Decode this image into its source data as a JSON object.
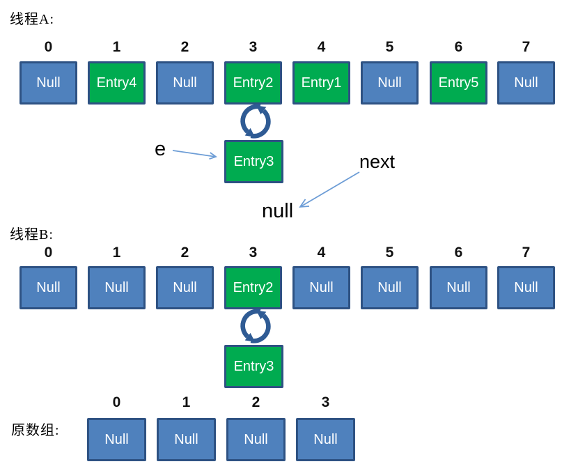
{
  "sections": {
    "thread_a": {
      "title": "线程A:",
      "indices": [
        "0",
        "1",
        "2",
        "3",
        "4",
        "5",
        "6",
        "7"
      ],
      "cells": [
        {
          "label": "Null",
          "type": "null"
        },
        {
          "label": "Entry4",
          "type": "entry"
        },
        {
          "label": "Null",
          "type": "null"
        },
        {
          "label": "Entry2",
          "type": "entry"
        },
        {
          "label": "Entry1",
          "type": "entry"
        },
        {
          "label": "Null",
          "type": "null"
        },
        {
          "label": "Entry5",
          "type": "entry"
        },
        {
          "label": "Null",
          "type": "null"
        }
      ],
      "linked_cell": {
        "label": "Entry3",
        "type": "entry"
      },
      "annotations": {
        "e_label": "e",
        "next_label": "next",
        "null_label": "null"
      }
    },
    "thread_b": {
      "title": "线程B:",
      "indices": [
        "0",
        "1",
        "2",
        "3",
        "4",
        "5",
        "6",
        "7"
      ],
      "cells": [
        {
          "label": "Null",
          "type": "null"
        },
        {
          "label": "Null",
          "type": "null"
        },
        {
          "label": "Null",
          "type": "null"
        },
        {
          "label": "Entry2",
          "type": "entry"
        },
        {
          "label": "Null",
          "type": "null"
        },
        {
          "label": "Null",
          "type": "null"
        },
        {
          "label": "Null",
          "type": "null"
        },
        {
          "label": "Null",
          "type": "null"
        }
      ],
      "linked_cell": {
        "label": "Entry3",
        "type": "entry"
      }
    },
    "original_array": {
      "title": "原数组:",
      "indices": [
        "0",
        "1",
        "2",
        "3"
      ],
      "cells": [
        {
          "label": "Null",
          "type": "null"
        },
        {
          "label": "Null",
          "type": "null"
        },
        {
          "label": "Null",
          "type": "null"
        },
        {
          "label": "Null",
          "type": "null"
        }
      ]
    }
  },
  "icons": {
    "loop_icon": "circular-linked-arrows",
    "e_arrow": "thin-arrow-right",
    "next_arrow": "thin-arrow-down-left"
  },
  "colors": {
    "cell_blue": "#4F81BD",
    "cell_green": "#00AB50",
    "cell_border": "#2E5283",
    "loop_arrow": "#2F5B94",
    "pointer_arrow": "#6D9DD6",
    "cell_text": "#FFFFFF",
    "label_text": "#000000"
  }
}
